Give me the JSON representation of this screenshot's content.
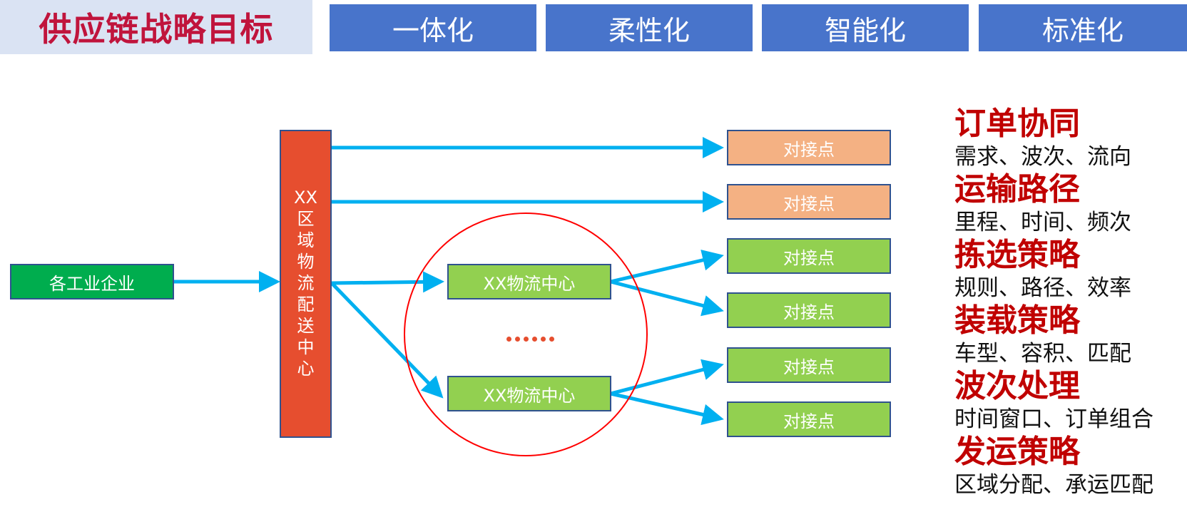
{
  "header": {
    "title": "供应链战略目标",
    "goals": [
      "一体化",
      "柔性化",
      "智能化",
      "标准化"
    ]
  },
  "diagram": {
    "source": "各工业企业",
    "hub_chars": [
      "XX",
      "区",
      "域",
      "物",
      "流",
      "配",
      "送",
      "中",
      "心"
    ],
    "centers": [
      "XX物流中心",
      "XX物流中心"
    ],
    "ellipsis": "……",
    "endpoints": [
      "对接点",
      "对接点",
      "对接点",
      "对接点",
      "对接点",
      "对接点"
    ]
  },
  "strategies": [
    {
      "title": "订单协同",
      "detail": "需求、波次、流向"
    },
    {
      "title": "运输路径",
      "detail": "里程、时间、频次"
    },
    {
      "title": "拣选策略",
      "detail": "规则、路径、效率"
    },
    {
      "title": "装载策略",
      "detail": "车型、容积、匹配"
    },
    {
      "title": "波次处理",
      "detail": "时间窗口、订单组合"
    },
    {
      "title": "发运策略",
      "detail": "区域分配、承运匹配"
    }
  ],
  "colors": {
    "title_text": "#c0143c",
    "title_bg": "#dae3f3",
    "goal_bg": "#4874cb",
    "arrow": "#00b0f0",
    "hub": "#e64e2f",
    "source": "#00ad4e",
    "center": "#92d050",
    "endpoint_peach": "#f4b183",
    "circle": "#ff0000",
    "strategy_title": "#c00000"
  }
}
